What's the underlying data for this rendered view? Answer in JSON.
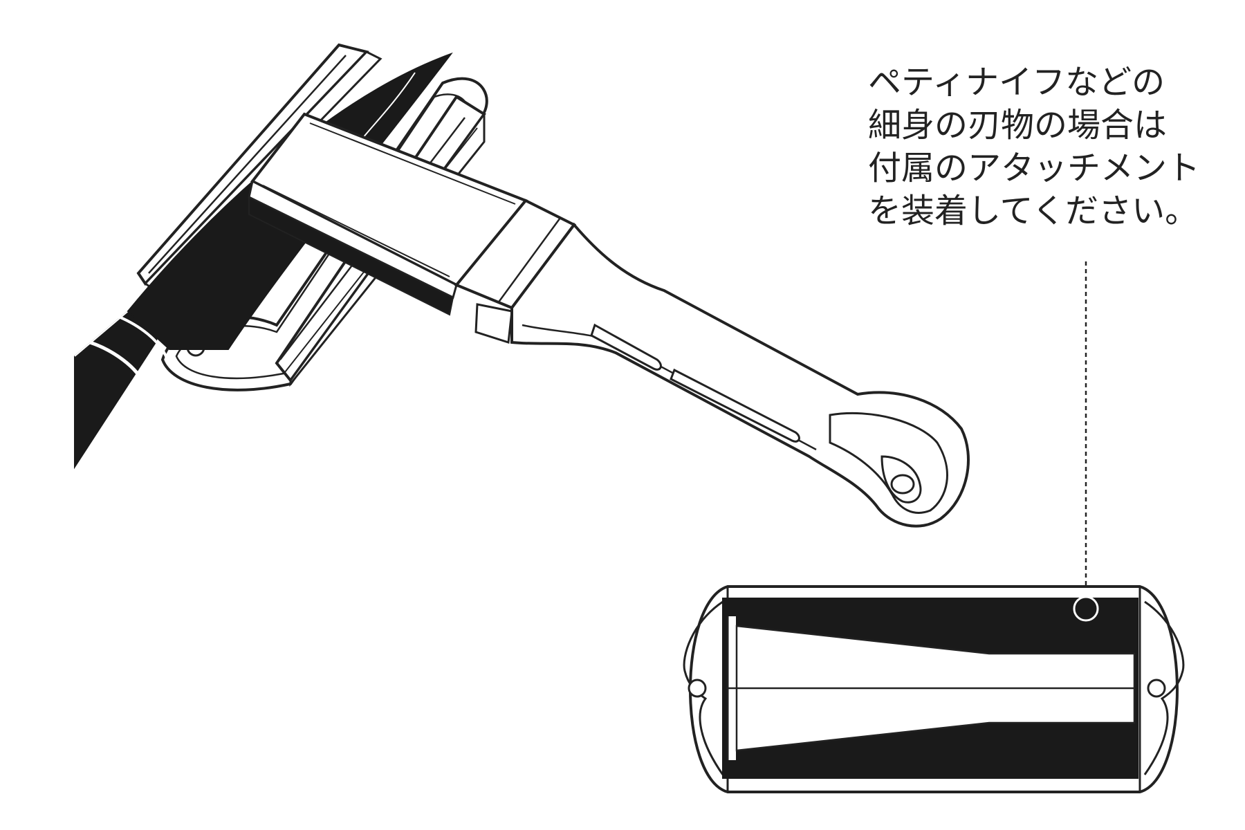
{
  "caption": {
    "lines": [
      "ペティナイフなどの",
      "細身の刃物の場合は",
      "付属のアタッチメント",
      "を装着してください。"
    ]
  },
  "colors": {
    "ink": "#222222",
    "paper": "#ffffff"
  }
}
